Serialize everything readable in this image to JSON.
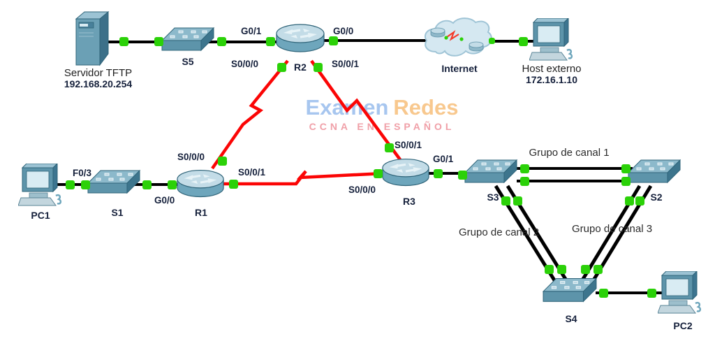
{
  "watermark": {
    "part1": "Examen",
    "part2": "Redes",
    "subtitle": "CCNA EN ESPAÑOL",
    "part1_color": "#a7c6ef",
    "part2_color": "#f8c88e",
    "subtitle_color": "#f0a0a8"
  },
  "colors": {
    "link_up_indicator": "#2bd108",
    "serial_link": "#fb0505",
    "ethernet_link": "#000000",
    "device_fill": "#5d94aa"
  },
  "nodes": {
    "server": {
      "label": "Servidor TFTP",
      "ip": "192.168.20.254"
    },
    "s5": {
      "label": "S5"
    },
    "r2": {
      "label": "R2"
    },
    "internet": {
      "label": "Internet"
    },
    "host": {
      "label": "Host externo",
      "ip": "172.16.1.10"
    },
    "pc1": {
      "label": "PC1"
    },
    "s1": {
      "label": "S1"
    },
    "r1": {
      "label": "R1"
    },
    "r3": {
      "label": "R3"
    },
    "s3": {
      "label": "S3"
    },
    "s2": {
      "label": "S2"
    },
    "s4": {
      "label": "S4"
    },
    "pc2": {
      "label": "PC2"
    }
  },
  "interfaces": {
    "r2_g01": "G0/1",
    "r2_g00": "G0/0",
    "r2_s000": "S0/0/0",
    "r2_s001": "S0/0/1",
    "s1_f03": "F0/3",
    "r1_g00": "G0/0",
    "r1_s000": "S0/0/0",
    "r1_s001": "S0/0/1",
    "r3_s000": "S0/0/0",
    "r3_s001": "S0/0/1",
    "r3_g01": "G0/1"
  },
  "channel_groups": {
    "group1": "Grupo de canal 1",
    "group2": "Grupo de canal 2",
    "group3": "Grupo de canal 3"
  }
}
